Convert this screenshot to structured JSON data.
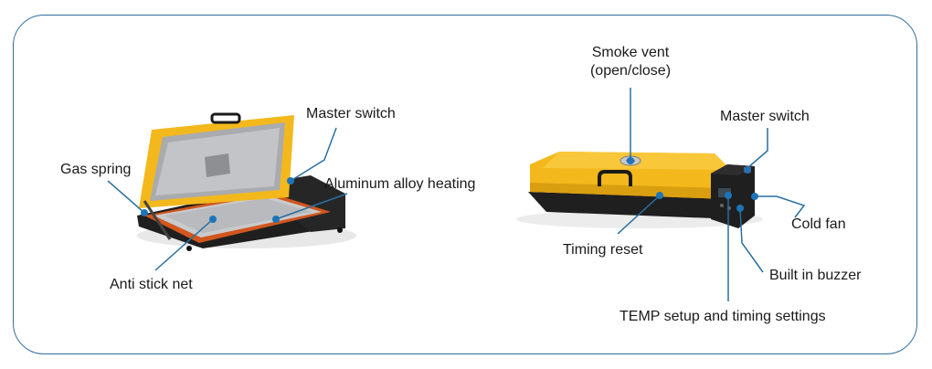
{
  "colors": {
    "frame": "#2f6e9f",
    "leader": "#2a6fa0",
    "dot": "#1d74b8",
    "lid_yellow": "#f3b81c",
    "base_black": "#1f1f1f",
    "heating_orange": "#d2561e"
  },
  "left_unit": {
    "labels": {
      "master_switch": "Master switch",
      "gas_spring": "Gas spring",
      "aluminum_heating": "Aluminum alloy heating",
      "anti_stick_net": "Anti stick net"
    }
  },
  "right_unit": {
    "labels": {
      "smoke_vent_line1": "Smoke vent",
      "smoke_vent_line2": "(open/close)",
      "master_switch": "Master switch",
      "cold_fan": "Cold fan",
      "timing_reset": "Timing reset",
      "built_in_buzzer": "Built in buzzer",
      "temp_setup": "TEMP setup and timing settings"
    }
  }
}
